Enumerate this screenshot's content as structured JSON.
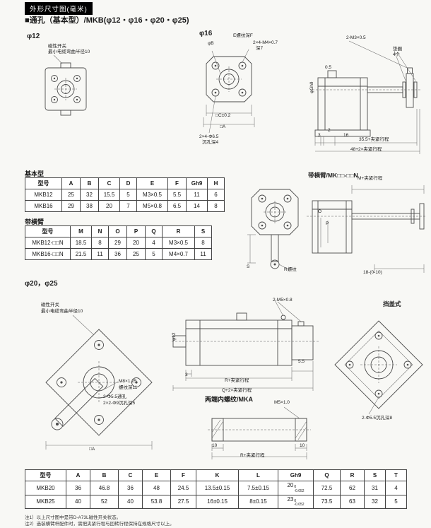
{
  "page": {
    "header_badge": "外形尺寸图(毫米)",
    "section_title": "■通孔（基本型）/MKB(φ12・φ16・φ20・φ25)",
    "footnote1": "注1）以上尺寸图中是带D-A73L磁性开关状态。",
    "footnote2": "注2）选装横臂杆配件时，需把夹紧行程与回转行程保持在规格尺寸以上。"
  },
  "phi12": {
    "title": "φ12",
    "switch_note": "磁性开关",
    "cable_note": "最小电缆弯曲半径10"
  },
  "phi16": {
    "title": "φ16",
    "bore": "φB",
    "thread_note": "E螺纹深F",
    "top_holes": "2×4-M4×0.7",
    "top_holes_depth": "深7",
    "dim_c": "□C±0.2",
    "dim_a": "□A",
    "bottom_holes": "2×4-Φ6.5",
    "bottom_holes_depth": "沉孔深4",
    "side": {
      "screws": "2-M3×0.5",
      "washer": "垫圈",
      "washer_qty": "4个",
      "step": "0.5",
      "shaft": "φGh9",
      "d1": "3",
      "d2": "2",
      "d3": "16",
      "clamp_stroke": "35.5+夹紧行程",
      "total_stroke": "48+2×夹紧行程"
    }
  },
  "arm": {
    "title": "带横臂/MK□□-□□N",
    "m_stroke": "M+夹紧行程",
    "dim_o": "O",
    "dim_p": "P",
    "dim_s": "S",
    "r_thread": "R螺纹",
    "range": "18-(0-10)"
  },
  "phi2025": {
    "title": "φ20，φ25",
    "switch_note": "磁性开关",
    "cable_note": "最小电缆弯曲半径10",
    "arm_thread": "M8×1.25",
    "arm_thread_depth": "螺纹深11",
    "through_holes": "2-Φ5.5通孔",
    "counterbore": "2×2-Φ9沉孔深5",
    "dim_a": "□A",
    "rod": "φ12",
    "ports": "2-M5×0.8",
    "d1": "3",
    "d2": "5.5",
    "r_stroke": "R+夹紧行程",
    "q_stroke": "Q+2×夹紧行程",
    "cover_title": "挡盖式",
    "cover_holes": "2-Φ5.5沉孔深8"
  },
  "mka": {
    "title": "两端内螺纹/MKA",
    "thread": "M5×1.0",
    "ten_left": "10",
    "ten_right": "10",
    "r_stroke": "R+夹紧行程"
  },
  "tables": {
    "basic": {
      "caption": "基本型",
      "headers": [
        "型号",
        "A",
        "B",
        "C",
        "D",
        "E",
        "F",
        "Gh9",
        "H"
      ],
      "rows": [
        [
          "MKB12",
          "25",
          "32",
          "15.5",
          "5",
          "M3×0.5",
          "5.5",
          "11",
          "6"
        ],
        [
          "MKB16",
          "29",
          "38",
          "20",
          "7",
          "M5×0.8",
          "6.5",
          "14",
          "8"
        ]
      ]
    },
    "arm": {
      "caption": "带横臂",
      "headers": [
        "型号",
        "M",
        "N",
        "O",
        "P",
        "Q",
        "R",
        "S"
      ],
      "rows": [
        [
          "MKB12-□□N",
          "18.5",
          "8",
          "29",
          "20",
          "4",
          "M3×0.5",
          "8"
        ],
        [
          "MKB16-□□N",
          "21.5",
          "11",
          "36",
          "25",
          "5",
          "M4×0.7",
          "11"
        ]
      ]
    },
    "big": {
      "headers": [
        "型号",
        "A",
        "B",
        "C",
        "E",
        "F",
        "K",
        "L",
        "Gh9",
        "Q",
        "R",
        "S",
        "T"
      ],
      "rows": [
        [
          "MKB20",
          "36",
          "46.8",
          "36",
          "48",
          "24.5",
          "13.5±0.15",
          "7.5±0.15",
          {
            "v": "20",
            "sup": "0",
            "sub": "-0.052"
          },
          "72.5",
          "62",
          "31",
          "4"
        ],
        [
          "MKB25",
          "40",
          "52",
          "40",
          "53.8",
          "27.5",
          "16±0.15",
          "8±0.15",
          {
            "v": "23",
            "sup": "0",
            "sub": "-0.052"
          },
          "73.5",
          "63",
          "32",
          "5"
        ]
      ]
    }
  }
}
